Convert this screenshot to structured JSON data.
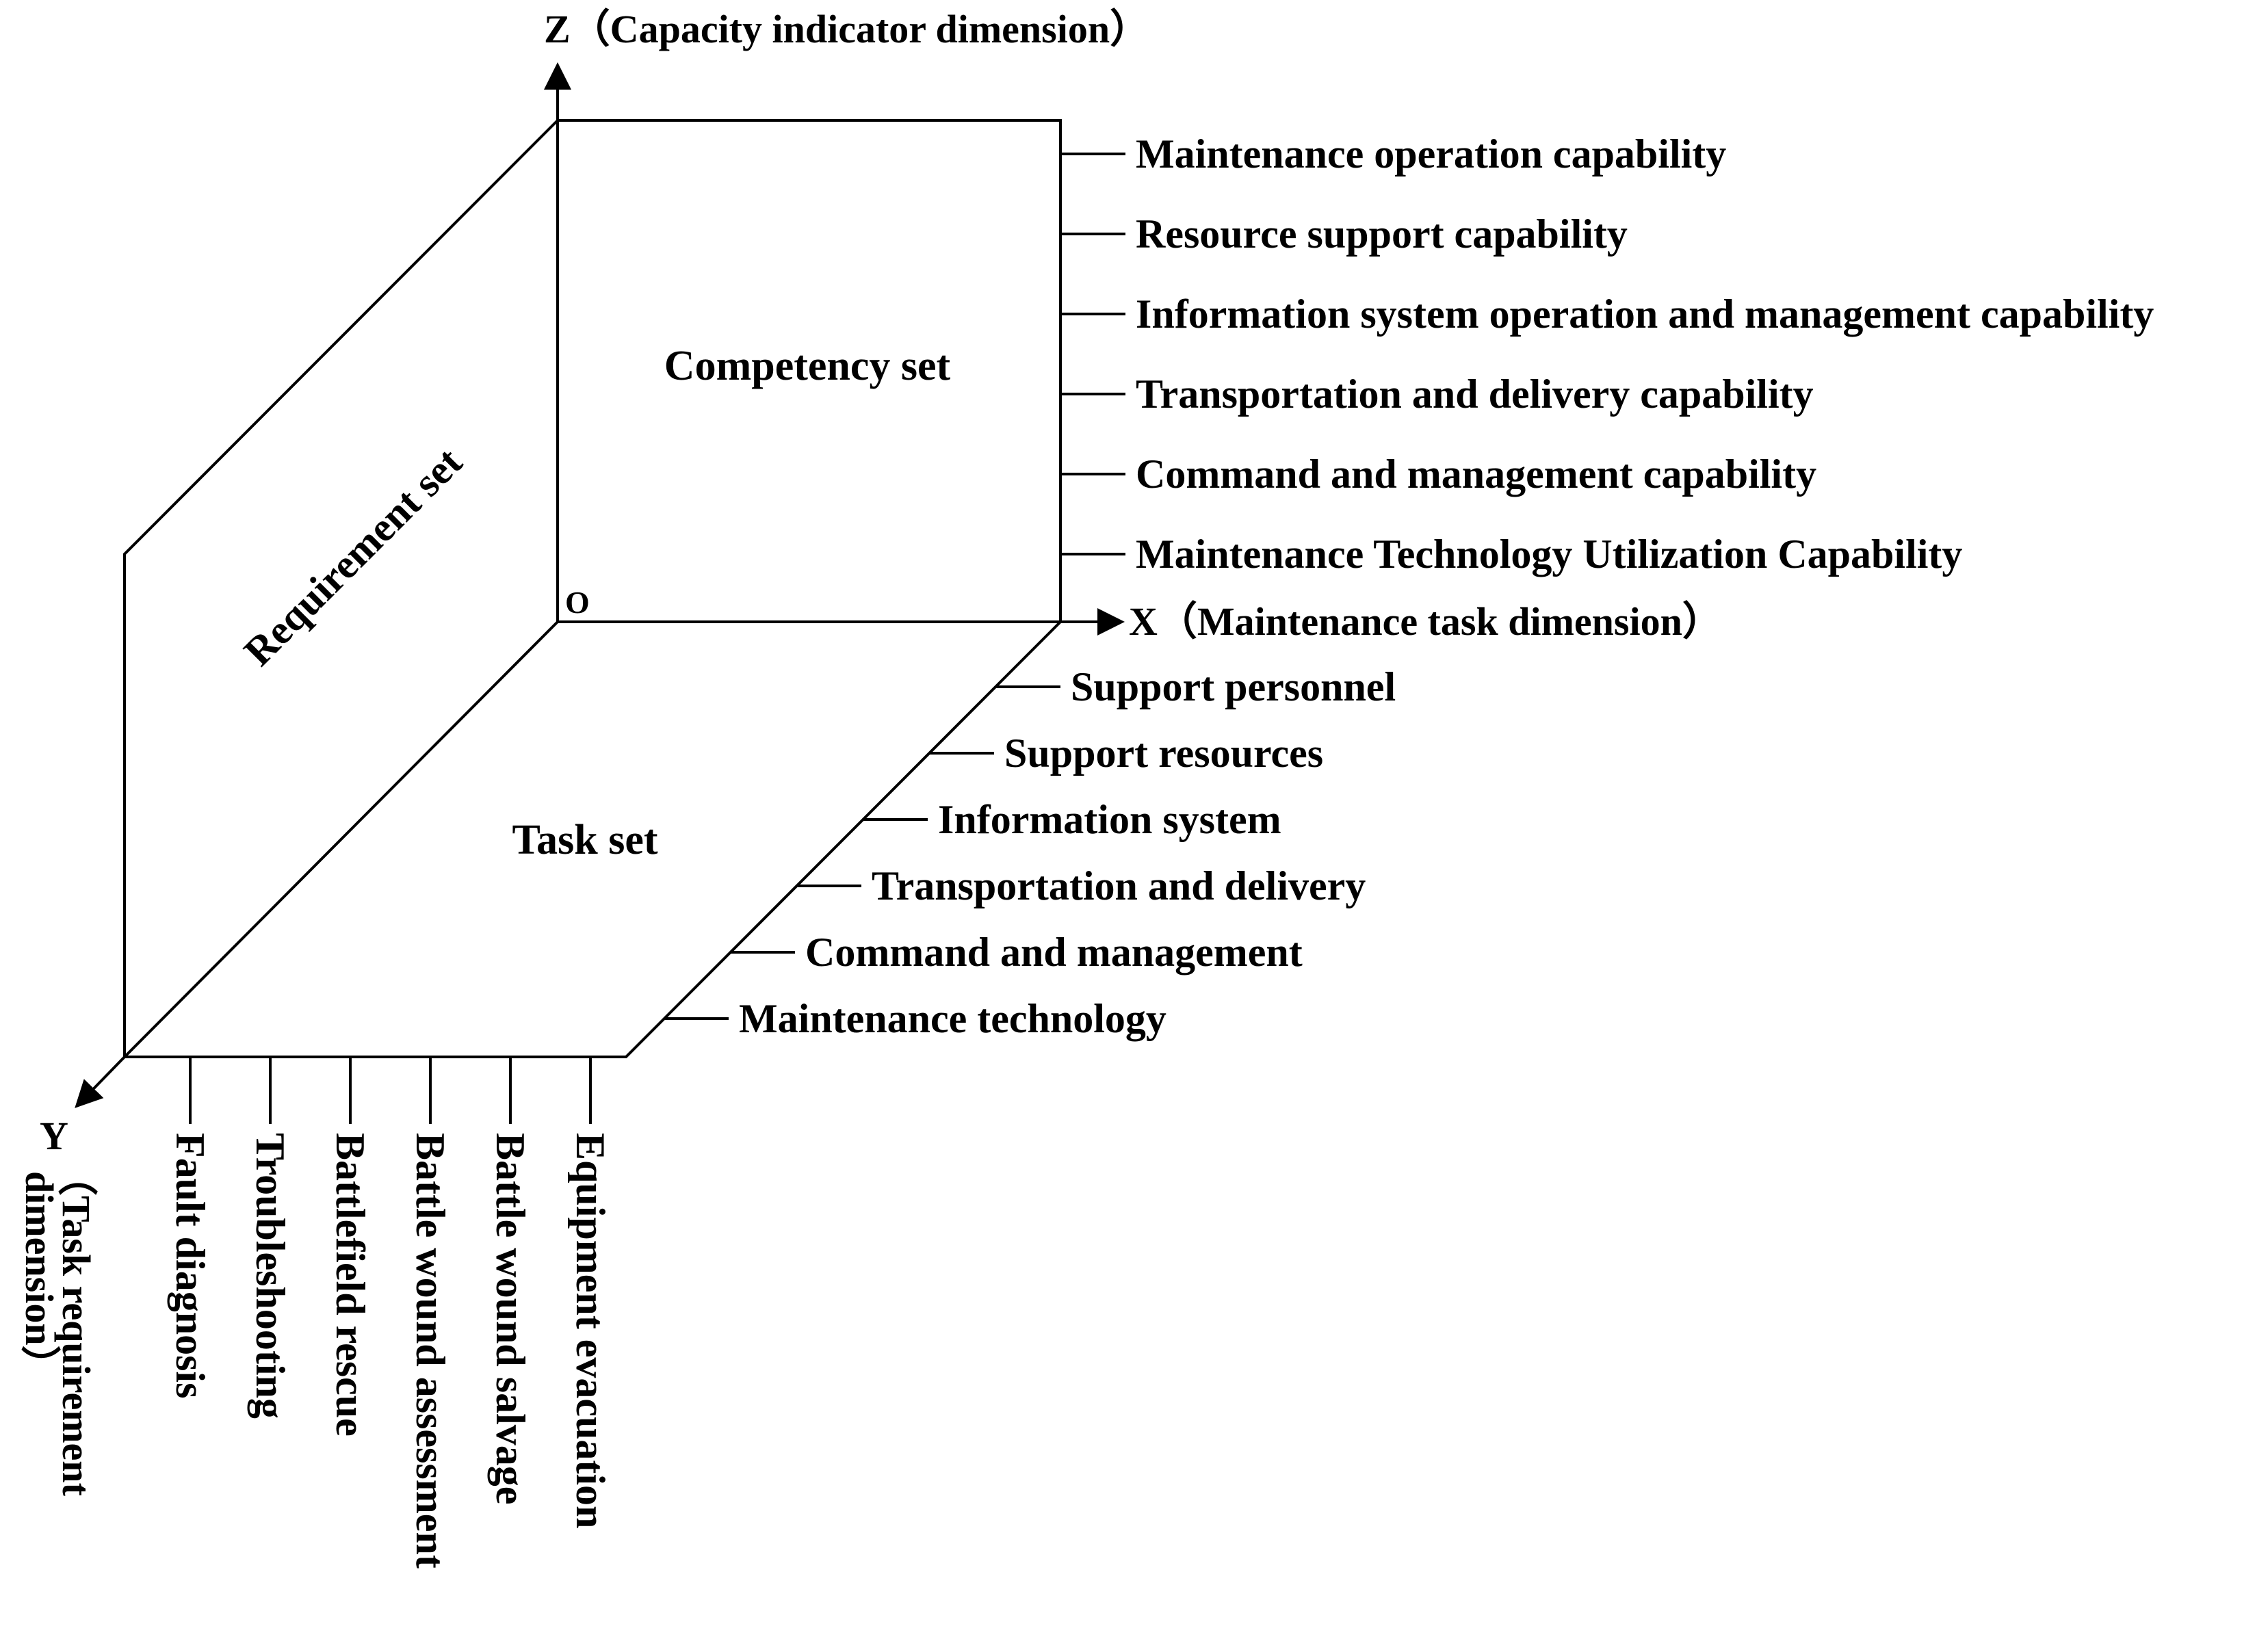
{
  "axes": {
    "z_label": "Z（Capacity indicator dimension）",
    "x_label": "X（Maintenance task dimension）",
    "y_label": "Y",
    "y_sublabel_1": "（Task requirement",
    "y_sublabel_2": "dimension）",
    "origin": "O"
  },
  "sets": {
    "competency": "Competency set",
    "requirement": "Requirement set",
    "task": "Task set"
  },
  "capabilities": [
    "Maintenance operation capability",
    "Resource support capability",
    "Information system operation and management capability",
    "Transportation and delivery capability",
    "Command and management capability",
    "Maintenance Technology Utilization Capability"
  ],
  "task_elements": [
    "Support personnel",
    "Support resources",
    "Information system",
    "Transportation and delivery",
    "Command and management",
    "Maintenance technology"
  ],
  "requirements": [
    "Fault diagnosis",
    "Troubleshooting",
    "Battlefield rescue",
    "Battle wound assessment",
    "Battle wound salvage",
    "Equipment evacuation"
  ]
}
